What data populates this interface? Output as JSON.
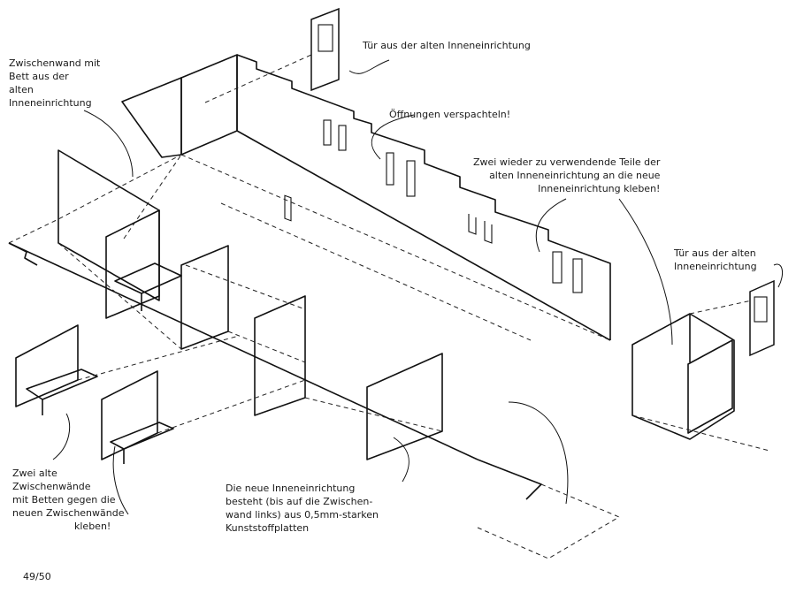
{
  "labels": {
    "door_top": "Tür aus der alten Inneneinrichtung",
    "zwischenwand_left": [
      "Zwischenwand mit",
      "Bett aus der",
      "alten",
      "Inneneinrichtung"
    ],
    "openings": "Öffnungen verspachteln!",
    "reuse_parts": [
      "Zwei wieder zu verwendende Teile der",
      "alten Inneneinrichtung an die neue",
      "Inneneinrichtung kleben!"
    ],
    "door_right": [
      "Tür aus der alten",
      "Inneneinrichtung"
    ],
    "old_walls": [
      "Zwei alte",
      "Zwischenwände",
      "mit Betten gegen die",
      "neuen Zwischenwände",
      "kleben!"
    ],
    "new_interior": [
      "Die neue Inneneinrichtung",
      "besteht (bis auf die Zwischen-",
      "wand links) aus 0,5mm-starken",
      "Kunststoffplatten"
    ],
    "page_number": "49/50"
  }
}
